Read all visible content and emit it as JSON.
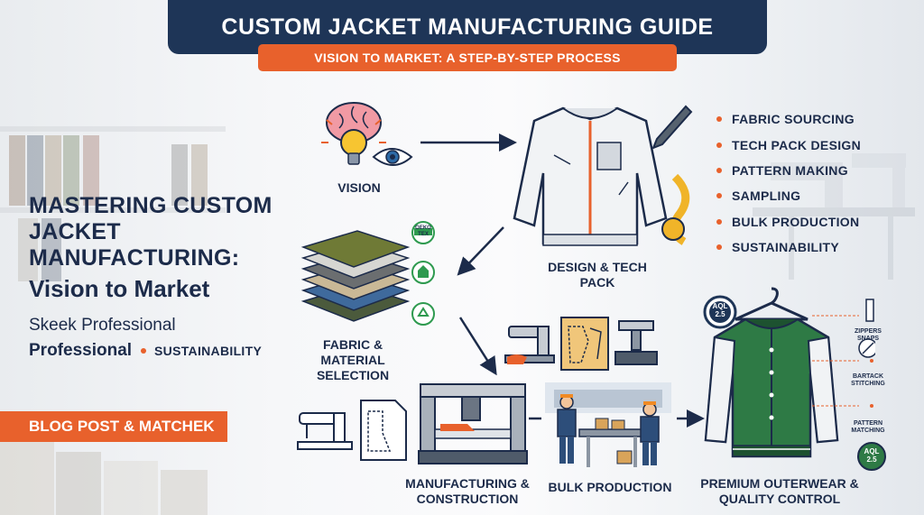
{
  "header": {
    "title": "CUSTOM JACKET MANUFACTURING GUIDE",
    "subtitle": "VISION TO MARKET: A STEP-BY-STEP PROCESS"
  },
  "left_panel": {
    "heading": "MASTERING CUSTOM JACKET MANUFACTURING:",
    "heading_line2": "Vision to Market",
    "tagline": "Skeek Professional",
    "tag_bold": "Professional",
    "tag_small": "SUSTAINABILITY",
    "cta": "BLOG POST & MATCHEK"
  },
  "stages": {
    "vision": "VISION",
    "design": "DESIGN & TECH PACK",
    "fabric": "FABRIC & MATERIAL SELECTION",
    "manufacturing": "MANUFACTURING & CONSTRUCTION",
    "bulk": "BULK PRODUCTION",
    "premium": "PREMIUM OUTERWEAR & QUALITY CONTROL"
  },
  "steps": [
    "FABRIC SOURCING",
    "TECH PACK DESIGN",
    "PATTERN MAKING",
    "SAMPLING",
    "BULK PRODUCTION",
    "SUSTAINABILITY"
  ],
  "badges": {
    "oeko": "OEKO TEX",
    "aql": "AQL 2.5"
  },
  "detail_callouts": {
    "zippers": "ZIPPERS SNAPS",
    "bartack": "BARTACK STITCHING",
    "pattern": "PATTERN MATCHING"
  },
  "colors": {
    "navy": "#1e3557",
    "accent_orange": "#e8612c",
    "jacket_green": "#2e7a45"
  },
  "icons": [
    "brain-icon",
    "lightbulb-icon",
    "eye-icon",
    "pen-icon",
    "measuring-tape-icon",
    "fabric-stack-icon",
    "recycle-icon",
    "sewing-machine-icon",
    "pattern-paper-icon",
    "cutting-machine-icon",
    "worker-icon",
    "hanger-icon",
    "zipper-icon",
    "thread-icon"
  ]
}
